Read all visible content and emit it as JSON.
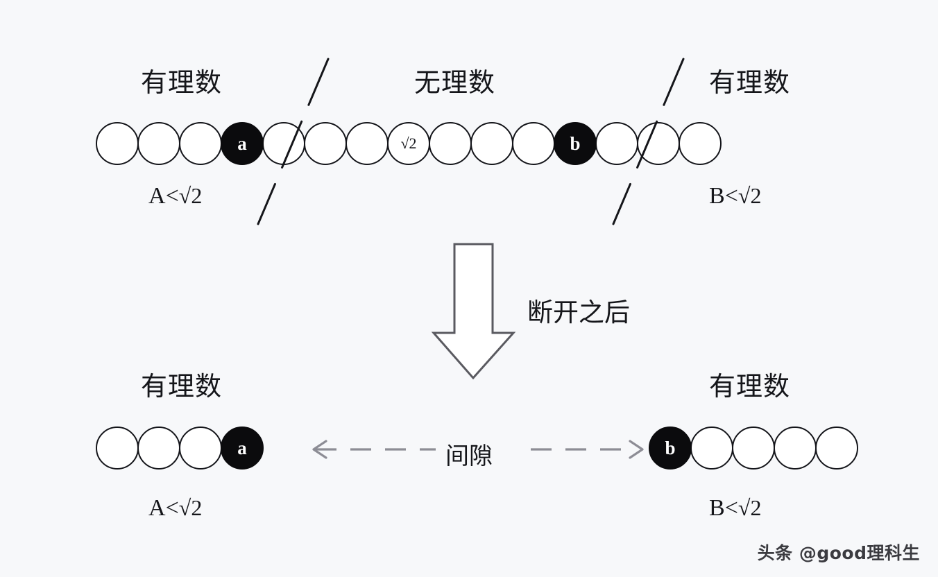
{
  "page": {
    "background": "#f7f8fa",
    "ink": "#15161a",
    "accent_filled": "#0b0b0d"
  },
  "top_diagram": {
    "labels": {
      "left_group": "有理数",
      "middle_group": "无理数",
      "right_group": "有理数"
    },
    "inequalities": {
      "left": "A",
      "left_op": "<",
      "left_value": "√2",
      "right": "B",
      "right_op": "<",
      "right_value": "√2"
    },
    "nodes": [
      {
        "label": "",
        "filled": false
      },
      {
        "label": "",
        "filled": false
      },
      {
        "label": "",
        "filled": false
      },
      {
        "label": "a",
        "filled": true
      },
      {
        "label": "",
        "filled": false
      },
      {
        "label": "",
        "filled": false
      },
      {
        "label": "",
        "filled": false
      },
      {
        "label": "√2",
        "filled": false
      },
      {
        "label": "",
        "filled": false
      },
      {
        "label": "",
        "filled": false
      },
      {
        "label": "",
        "filled": false
      },
      {
        "label": "b",
        "filled": true
      },
      {
        "label": "",
        "filled": false
      },
      {
        "label": "",
        "filled": false
      },
      {
        "label": "",
        "filled": false
      }
    ],
    "cut_marks": 2
  },
  "transition": {
    "arrow": "down-arrow",
    "caption": "断开之后"
  },
  "bottom_diagram": {
    "labels": {
      "left_group": "有理数",
      "right_group": "有理数",
      "gap": "间隙"
    },
    "inequalities": {
      "left": "A",
      "left_op": "<",
      "left_value": "√2",
      "right": "B",
      "right_op": "<",
      "right_value": "√2"
    },
    "left_nodes": [
      {
        "label": "",
        "filled": false
      },
      {
        "label": "",
        "filled": false
      },
      {
        "label": "",
        "filled": false
      },
      {
        "label": "a",
        "filled": true
      }
    ],
    "right_nodes": [
      {
        "label": "b",
        "filled": true
      },
      {
        "label": "",
        "filled": false
      },
      {
        "label": "",
        "filled": false
      },
      {
        "label": "",
        "filled": false
      },
      {
        "label": "",
        "filled": false
      }
    ]
  },
  "watermark": {
    "text": "头条 @good理科生"
  }
}
